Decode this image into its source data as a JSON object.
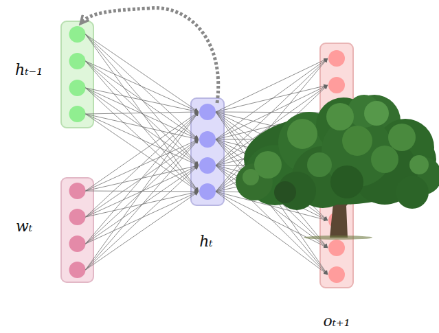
{
  "diagram": {
    "nodes": [
      {
        "text": [
          "hₜ₋₁"
        ]
      },
      {
        "text": [
          "wₜ"
        ]
      },
      {
        "text": [
          "hₜ"
        ]
      },
      {
        "text": [
          "oₜ₊₁"
        ]
      }
    ],
    "edges": [
      {
        "from": 0,
        "to": 2,
        "arrow": "to"
      },
      {
        "from": 1,
        "to": 2,
        "arrow": "to"
      },
      {
        "from": 2,
        "to": 3,
        "arrow": "to"
      },
      {
        "from": 2,
        "to": 0,
        "arrow": "to"
      }
    ]
  }
}
